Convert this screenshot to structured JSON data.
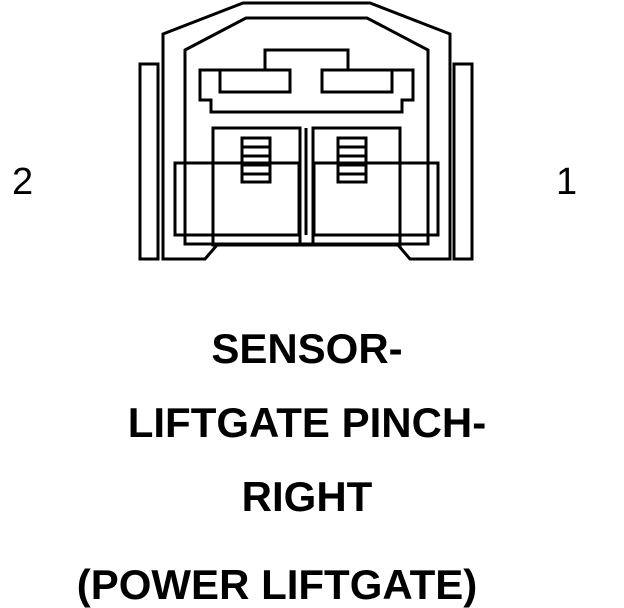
{
  "pins": {
    "left": "2",
    "right": "1"
  },
  "caption": {
    "line1": "SENSOR-",
    "line2": "LIFTGATE PINCH-",
    "line3": "RIGHT",
    "line4": "(POWER LIFTGATE)"
  }
}
